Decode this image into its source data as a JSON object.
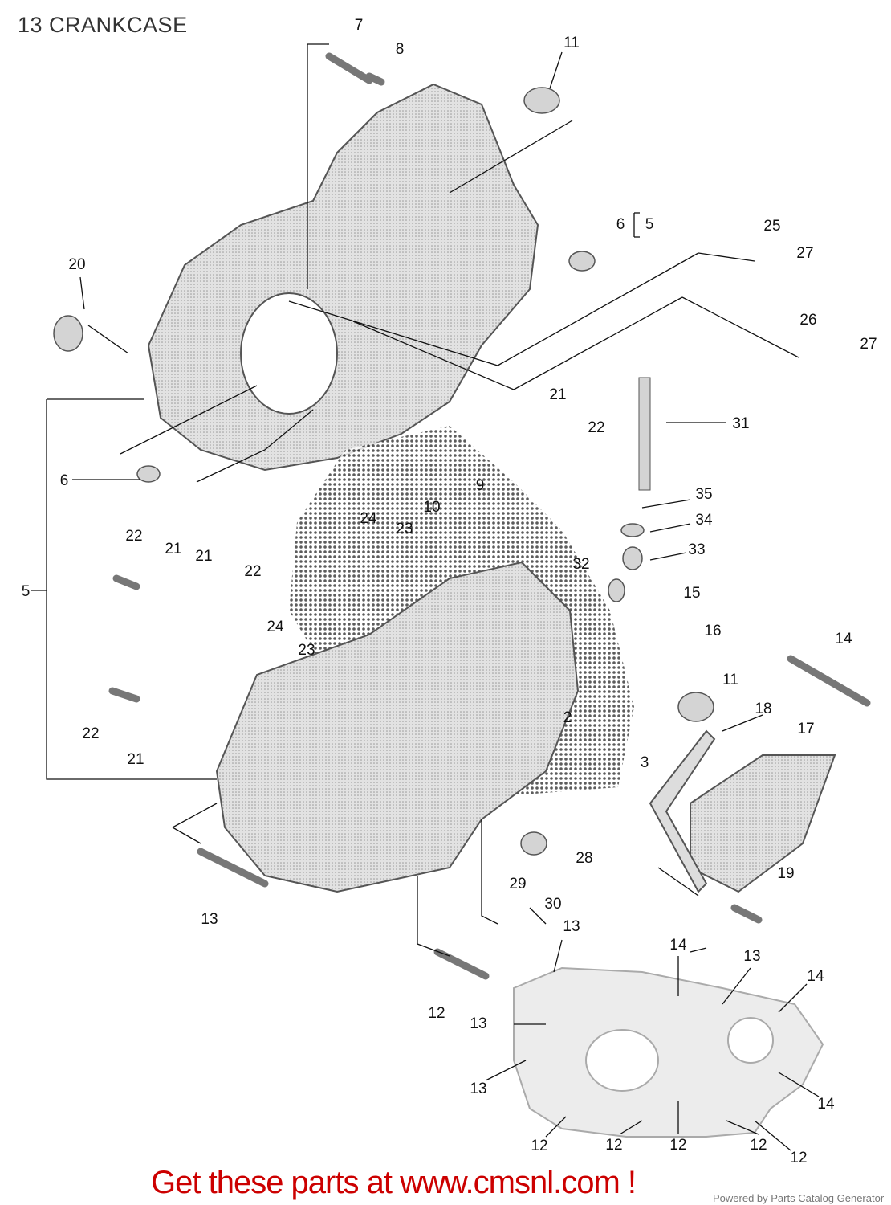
{
  "title": "13 CRANKCASE",
  "callouts": [
    "7",
    "8",
    "11",
    "6",
    "5",
    "25",
    "27",
    "20",
    "26",
    "27",
    "21",
    "31",
    "22",
    "6",
    "9",
    "10",
    "35",
    "34",
    "24",
    "23",
    "33",
    "22",
    "21",
    "21",
    "22",
    "32",
    "15",
    "5",
    "24",
    "16",
    "14",
    "23",
    "11",
    "18",
    "2",
    "17",
    "3",
    "22",
    "21",
    "28",
    "19",
    "29",
    "30",
    "13",
    "13",
    "14",
    "13",
    "14",
    "12",
    "13",
    "13",
    "14",
    "12",
    "12",
    "12",
    "12",
    "12"
  ],
  "promo_text": "Get these parts at www.cmsnl.com !",
  "powered_by": "Powered by Parts Catalog Generator",
  "colors": {
    "promo": "#cc0000",
    "part_fill": "#d4d4d4",
    "part_stroke": "#555555"
  }
}
